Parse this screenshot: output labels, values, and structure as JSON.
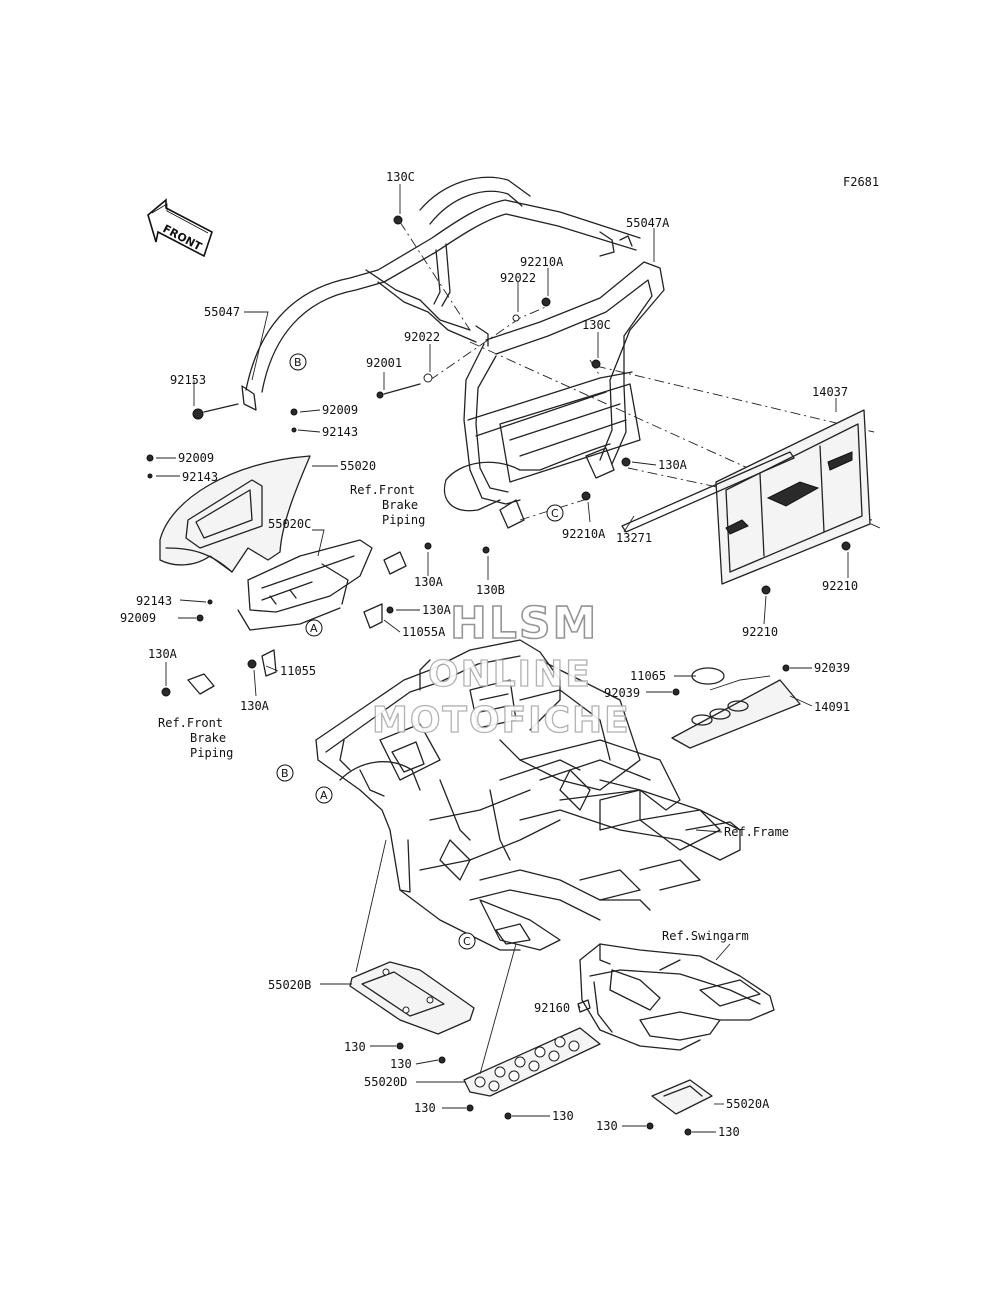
{
  "figure_code": "F2681",
  "front_arrow_label": "FRONT",
  "watermark": {
    "line1": "HLSM",
    "line2": "ONLINE",
    "line3": "MOTOFICHE"
  },
  "callouts": {
    "A": "A",
    "B": "B",
    "C": "C"
  },
  "refs": {
    "front_brake_piping_top": [
      "Ref.Front",
      "Brake",
      "Piping"
    ],
    "front_brake_piping_bottom": [
      "Ref.Front",
      "Brake",
      "Piping"
    ],
    "frame": "Ref.Frame",
    "swingarm": "Ref.Swingarm"
  },
  "part_labels": {
    "p130C_top": "130C",
    "p55047A": "55047A",
    "p92210A_top": "92210A",
    "p92022_top": "92022",
    "p55047": "55047",
    "p130C_mid": "130C",
    "p92022_mid": "92022",
    "p92001": "92001",
    "p92153": "92153",
    "p92009_top": "92009",
    "p92143_top": "92143",
    "p14037": "14037",
    "p92009_left": "92009",
    "p55020": "55020",
    "p92143_left": "92143",
    "p130A_right": "130A",
    "p55020C": "55020C",
    "p92210A_mid": "92210A",
    "p130A_bracket": "130A",
    "p13271": "13271",
    "p92210_right": "92210",
    "p130B": "130B",
    "p92143_low": "92143",
    "p130A_low": "130A",
    "p92009_low": "92009",
    "p11055A": "11055A",
    "p92210_bottom": "92210",
    "p130A_far": "130A",
    "p11055": "11055",
    "p130A_under": "130A",
    "p11065": "11065",
    "p92039_right": "92039",
    "p92039_left": "92039",
    "p14091": "14091",
    "p55020B": "55020B",
    "p92160": "92160",
    "p130_a": "130",
    "p130_b": "130",
    "p55020D": "55020D",
    "p130_c": "130",
    "p130_d": "130",
    "p55020A": "55020A",
    "p130_e": "130",
    "p130_f": "130"
  }
}
